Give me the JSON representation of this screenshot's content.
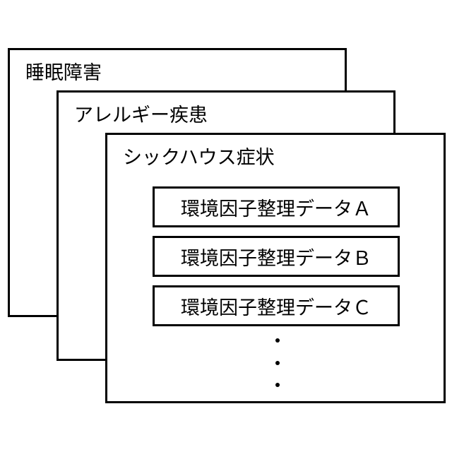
{
  "cards": {
    "back": {
      "title": "睡眠障害"
    },
    "mid": {
      "title": "アレルギー疾患"
    },
    "front": {
      "title": "シックハウス症状"
    }
  },
  "data_items": [
    "環境因子整理データＡ",
    "環境因子整理データＢ",
    "環境因子整理データＣ"
  ],
  "continuation": "⋮"
}
